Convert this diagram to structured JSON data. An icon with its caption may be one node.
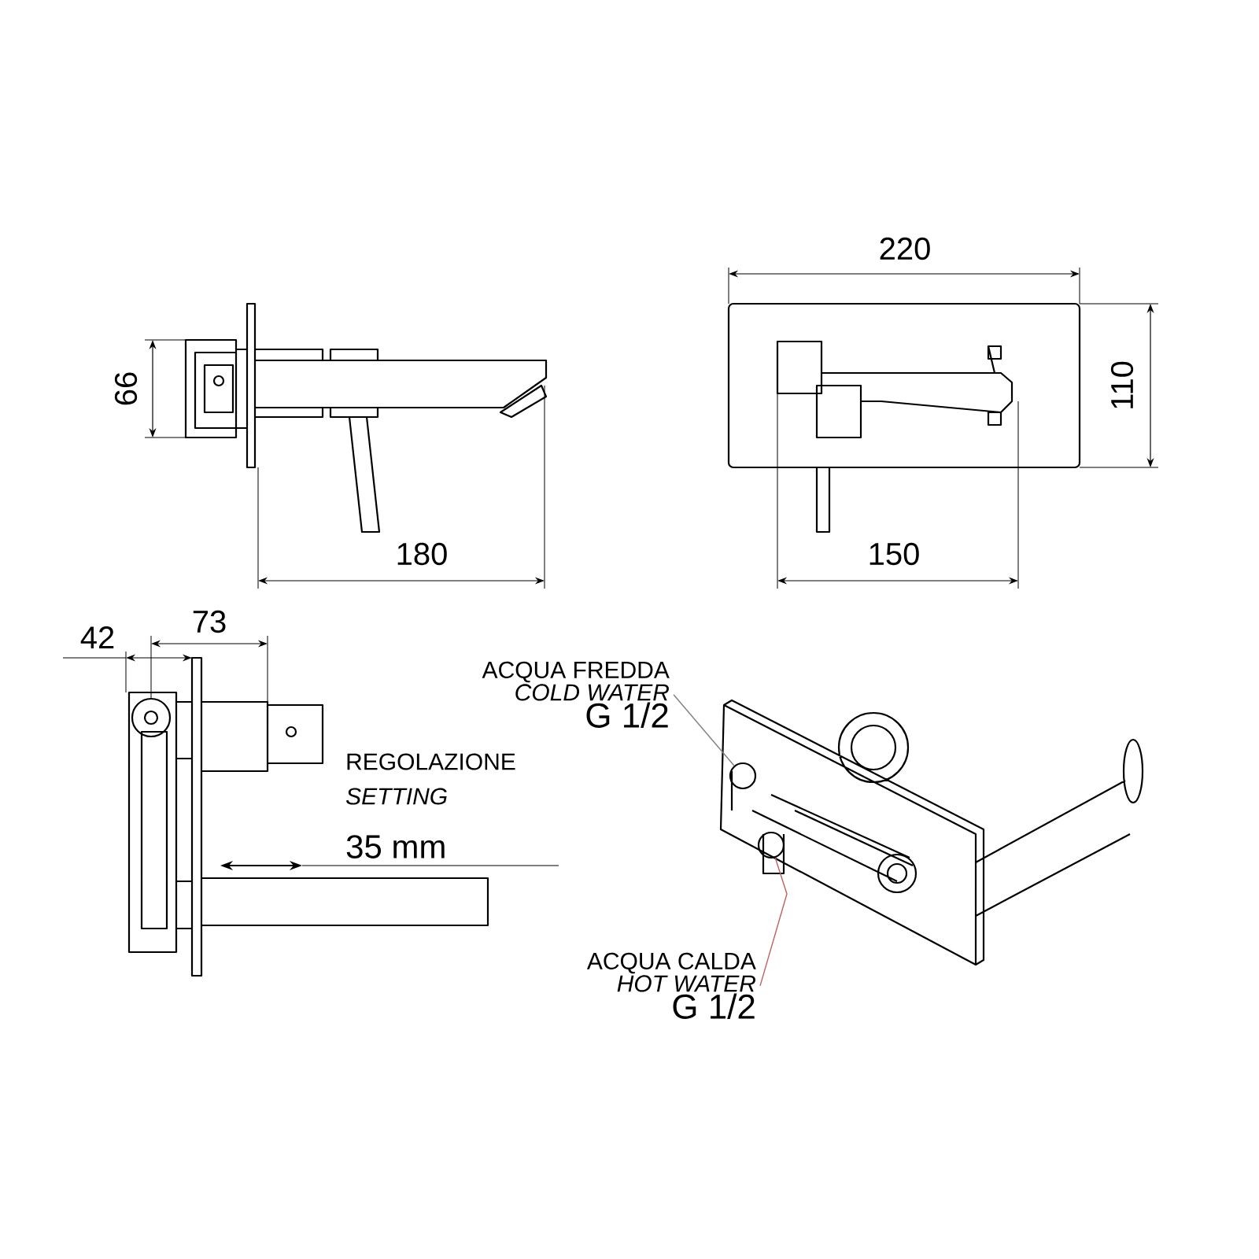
{
  "diagram": {
    "nodes": [
      {
        "text": [
          "ACQUA FREDDA",
          "COLD WATER",
          "G 1/2"
        ]
      },
      {
        "text": [],
        "shape": "circle"
      },
      {
        "text": [
          "ACQUA CALDA",
          "HOT WATER",
          "G 1/2"
        ]
      },
      {
        "text": [],
        "shape": "circle"
      }
    ],
    "edges": [
      {
        "from": 0,
        "to": 1,
        "arrow": "none"
      },
      {
        "from": 2,
        "to": 3,
        "arrow": "none",
        "color": "#c06060"
      }
    ],
    "labels": [
      "66",
      "180",
      "220",
      "110",
      "150",
      "42",
      "73",
      "REGOLAZIONE",
      "SETTING",
      "35 mm"
    ]
  }
}
